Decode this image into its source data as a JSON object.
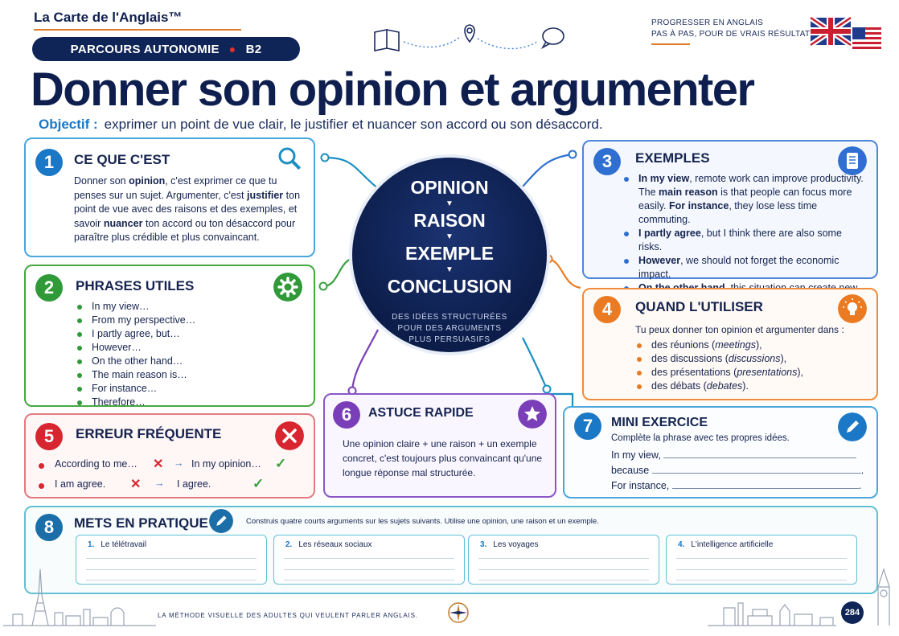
{
  "header": {
    "brand": "La Carte de l'Anglais™",
    "badge_left": "PARCOURS AUTONOMIE",
    "badge_right": "B2",
    "tagline_1": "PROGRESSER EN ANGLAIS",
    "tagline_2": "PAS À PAS, POUR DE VRAIS RÉSULTATS",
    "title": "Donner son opinion et argumenter",
    "objective_label": "Objectif :",
    "objective_text": "exprimer un point de vue clair, le justifier et nuancer son accord ou son désaccord."
  },
  "center": {
    "steps": [
      "OPINION",
      "RAISON",
      "EXEMPLE",
      "CONCLUSION"
    ],
    "sub_1": "DES IDÉES STRUCTURÉES",
    "sub_2": "POUR DES ARGUMENTS",
    "sub_3": "PLUS PERSUASIFS"
  },
  "card1": {
    "num": "1",
    "title": "CE QUE C'EST",
    "icon": "search-icon",
    "color": "#1a78c6",
    "text_parts": [
      "Donner son ",
      "opinion",
      ", c'est exprimer ce que tu penses sur un sujet. Argumenter, c'est ",
      "justifier",
      " ton point de vue avec des raisons et des exemples, et savoir ",
      "nuancer",
      " ton accord ou ton désaccord pour paraître plus crédible et plus convaincant."
    ]
  },
  "card2": {
    "num": "2",
    "title": "PHRASES UTILES",
    "icon": "gear-icon",
    "color": "#2f9a37",
    "items": [
      "In my view…",
      "From my perspective…",
      "I partly agree, but…",
      "However…",
      "On the other hand…",
      "The main reason is…",
      "For instance…",
      "Therefore…"
    ]
  },
  "card3": {
    "num": "3",
    "title": "EXEMPLES",
    "icon": "document-icon",
    "color": "#2f6fd1",
    "items": [
      {
        "b": "In my view",
        "r": ", remote work can improve productivity. The ",
        "b2": "main reason",
        "r2": " is that people can focus more easily. ",
        "b3": "For instance",
        "r3": ", they lose less time commuting."
      },
      {
        "b": "I partly agree",
        "r": ", but I think there are also some risks."
      },
      {
        "b": "However",
        "r": ", we should not forget the economic impact."
      },
      {
        "b": "On the other hand",
        "r": ", this situation can create new opportunities."
      }
    ]
  },
  "card4": {
    "num": "4",
    "title": "QUAND L'UTILISER",
    "icon": "lightbulb-icon",
    "color": "#ea7b22",
    "intro": "Tu peux donner ton opinion et argumenter dans :",
    "items": [
      {
        "t": "des réunions (",
        "i": "meetings",
        "e": "),"
      },
      {
        "t": "des discussions (",
        "i": "discussions",
        "e": "),"
      },
      {
        "t": "des présentations (",
        "i": "presentations",
        "e": "),"
      },
      {
        "t": "des débats (",
        "i": "debates",
        "e": ")."
      }
    ]
  },
  "card5": {
    "num": "5",
    "title": "ERREUR FRÉQUENTE",
    "icon": "close-icon",
    "color": "#d7262f",
    "rows": [
      {
        "wrong": "According to me…",
        "x": "✕",
        "arrow": "→",
        "right": "In my opinion…",
        "ok": "✓"
      },
      {
        "wrong": "I am agree.",
        "x": "✕",
        "arrow": "→",
        "right": "I agree.",
        "ok": "✓"
      }
    ]
  },
  "card6": {
    "num": "6",
    "title": "ASTUCE RAPIDE",
    "icon": "star-icon",
    "color": "#7a3fb8",
    "text": "Une opinion claire + une raison + un exemple concret, c'est toujours plus convaincant qu'une longue réponse mal structurée."
  },
  "card7": {
    "num": "7",
    "title": "MINI EXERCICE",
    "icon": "pencil-icon",
    "color": "#1a78c6",
    "intro": "Complète la phrase avec tes propres idées.",
    "lines": [
      "In my view,",
      "because",
      "For instance,"
    ],
    "end": "."
  },
  "card8": {
    "num": "8",
    "title": "METS EN PRATIQUE",
    "icon": "pencil-icon",
    "color": "#1b6ea8",
    "instruction": "Construis quatre courts arguments sur les sujets suivants. Utilise une opinion, une raison et un exemple.",
    "topics": [
      {
        "n": "1.",
        "label": "Le télétravail"
      },
      {
        "n": "2.",
        "label": "Les réseaux sociaux"
      },
      {
        "n": "3.",
        "label": "Les voyages"
      },
      {
        "n": "4.",
        "label": "L'intelligence artificielle"
      }
    ]
  },
  "footer": {
    "text": "LA MÉTHODE VISUELLE DES ADULTES QUI VEULENT PARLER ANGLAIS.",
    "page": "284"
  }
}
